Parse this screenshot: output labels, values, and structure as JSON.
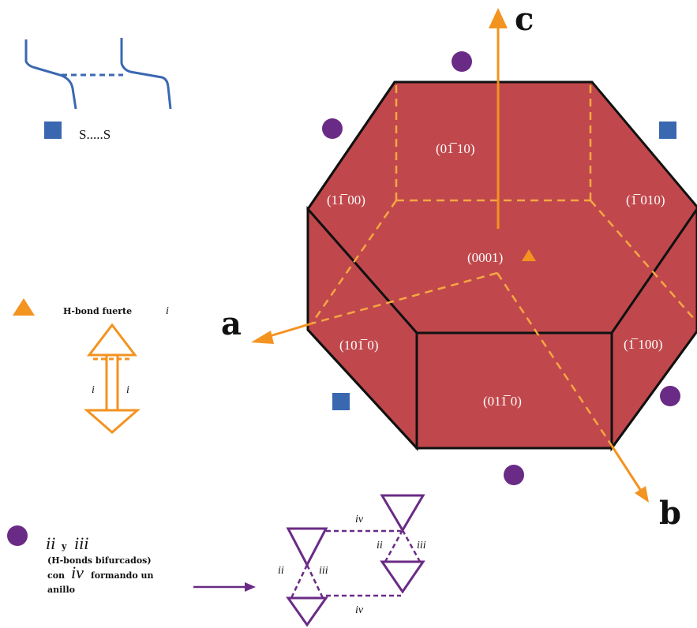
{
  "colors": {
    "crystal_fill": "#c0484c",
    "edge": "#111111",
    "hidden_edge": "#f5a742",
    "orange": "#f39320",
    "purple": "#6a2b86",
    "blue": "#3a68b0"
  },
  "axes": {
    "a": "a",
    "b": "b",
    "c": "c"
  },
  "faces": {
    "top_back": "(01̅ 10)",
    "left_back": "(11̅ 00)",
    "right_back": "(1̅ 010)",
    "basal": "(0001)",
    "left_front": "(101̅ 0)",
    "right_front": "(1̅ 100)",
    "front": "(011̅ 0)"
  },
  "legend": {
    "ss_label": "S.....S",
    "strong_hbond_label": "H-bond fuerte",
    "strong_hbond_numeral": "i",
    "strong_left_numeral": "i",
    "strong_right_numeral": "i",
    "bif_ii": "ii",
    "bif_y": "y",
    "bif_iii": "iii",
    "bif_line1": "(H-bonds bifurcados)",
    "bif_con": "con",
    "bif_iv": "iv",
    "bif_line2_rest": "formando un",
    "bif_line3": "anillo",
    "ring_iv_top": "iv",
    "ring_iv_bottom": "iv",
    "ring_ii_left": "ii",
    "ring_iii_left": "iii",
    "ring_ii_right": "ii",
    "ring_iii_right": "iii"
  }
}
